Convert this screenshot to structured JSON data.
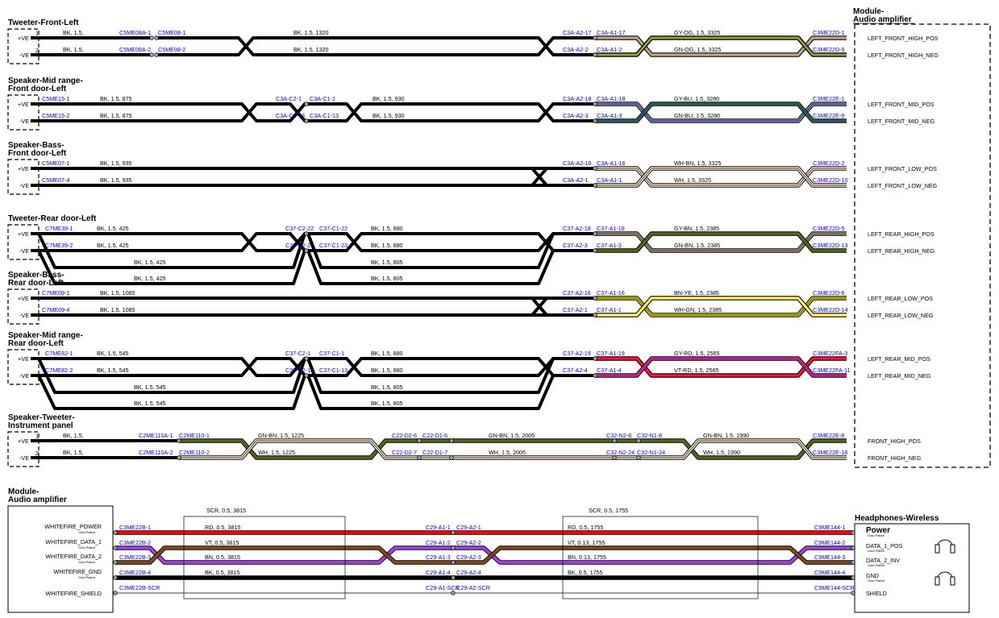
{
  "wire_colors": {
    "BK": "#000000",
    "GY": "#9a9a9a",
    "OG": "#f0a060",
    "GN": "#3d7a1e",
    "BU": "#1a2ecc",
    "WH": "#ffffff",
    "BN": "#7a4a1e",
    "YE": "#f0d000",
    "RD": "#ff0000",
    "VT": "#a040e0",
    "PK": "#e020a0"
  },
  "amp_title_line1": "Module-",
  "amp_title_line2": "Audio amplifier",
  "groups": [
    {
      "title": [
        "Tweeter-Front-Left"
      ],
      "pins": [
        "+VE",
        "-VE"
      ],
      "pin_nums": [
        "1",
        "2"
      ],
      "wires": [
        {
          "left_conn": "",
          "left_wire": "BK, 1.5,",
          "j1": [
            "C5ME08A-1",
            "C5ME08-1"
          ],
          "mid_wire": "BK, 1.5, 1320",
          "j2": [
            "C3A-A2-17",
            "C3A-A1-17"
          ],
          "right_wire": "GY-OG, 1.5, 3325",
          "right_conn": "C3ME22D-1",
          "signal": "LEFT_FRONT_HIGH_POS",
          "colors": [
            "GY",
            "OG"
          ]
        },
        {
          "left_conn": "",
          "left_wire": "BK, 1.5,",
          "j1": [
            "C5ME08A-2",
            "C5ME08-2"
          ],
          "mid_wire": "BK, 1.5, 1320",
          "j2": [
            "C3A-A2-2",
            "C3A-A1-2"
          ],
          "right_wire": "GN-OG, 1.5, 3325",
          "right_conn": "C3ME22D-9",
          "signal": "LEFT_FRONT_HIGH_NEG",
          "colors": [
            "GN",
            "OG"
          ]
        }
      ]
    },
    {
      "title": [
        "Speaker-Mid range-",
        "Front door-Left"
      ],
      "pins": [
        "+VE",
        "-VE"
      ],
      "pin_nums": [
        "",
        ""
      ],
      "wires": [
        {
          "left_conn": "C5ME15-1",
          "left_wire": "BK, 1.5, 875",
          "j1": [
            "C3A-C2-1",
            "C3A-C1-1"
          ],
          "mid_wire": "BK, 1.5, 930",
          "j2": [
            "C3A-A2-18",
            "C3A-A1-18"
          ],
          "right_wire": "GY-BU, 1.5, 3280",
          "right_conn": "C3ME22E-1",
          "signal": "LEFT_FRONT_MID_POS",
          "colors": [
            "GY",
            "BU"
          ]
        },
        {
          "left_conn": "C5ME15-2",
          "left_wire": "BK, 1.5, 875",
          "j1": [
            "C3A-C2-13",
            "C3A-C1-13"
          ],
          "mid_wire": "BK, 1.5, 930",
          "j2": [
            "C3A-A2-3",
            "C3A-A1-3"
          ],
          "right_wire": "GN-BU, 1.5, 3280",
          "right_conn": "C3ME22E-9",
          "signal": "LEFT_FRONT_MID_NEG",
          "colors": [
            "GN",
            "BU"
          ]
        }
      ]
    },
    {
      "title": [
        "Speaker-Bass-",
        "Front door-Left"
      ],
      "pins": [
        "+VE",
        "-VE"
      ],
      "pin_nums": [
        "",
        ""
      ],
      "wires": [
        {
          "left_conn": "C5ME07-1",
          "left_wire": "BK, 1.5, 935",
          "j1": [
            "",
            ""
          ],
          "mid_wire": "",
          "j2": [
            "C3A-A2-16",
            "C3A-A1-16"
          ],
          "right_wire": "WH-BN, 1.5, 3325",
          "right_conn": "C3ME22D-2",
          "signal": "LEFT_FRONT_LOW_POS",
          "colors": [
            "WH",
            "BN"
          ]
        },
        {
          "left_conn": "C5ME07-4",
          "left_wire": "BK, 1.5, 935",
          "j1": [
            "",
            ""
          ],
          "mid_wire": "",
          "j2": [
            "C3A-A2-1",
            "C3A-A1-1"
          ],
          "right_wire": "WH, 1.5, 3325",
          "right_conn": "C3ME22D-10",
          "signal": "LEFT_FRONT_LOW_NEG",
          "colors": [
            "WH",
            "BN"
          ]
        }
      ]
    },
    {
      "title": [
        "Tweeter-Rear door-Left"
      ],
      "pins": [
        "+VE",
        "-VE"
      ],
      "pin_nums": [
        "",
        ""
      ],
      "wires": [
        {
          "left_conn": "C7ME39-1",
          "left_wire": "BK, 1.5, 425",
          "j1": [
            "C37-C2-22",
            "C37-C1-22"
          ],
          "mid_wire": "BK, 1.5, 880",
          "j2": [
            "C37-A2-18",
            "C37-A1-18"
          ],
          "right_wire": "GY-BN, 1.5, 2385",
          "right_conn": "C3ME22D-5",
          "signal": "LEFT_REAR_HIGH_POS",
          "colors": [
            "GY",
            "BN"
          ]
        },
        {
          "left_conn": "C7ME39-2",
          "left_wire": "BK, 1.5, 425",
          "j1": [
            "C37-C2-23",
            "C37-C1-23"
          ],
          "mid_wire": "BK, 1.5, 880",
          "j2": [
            "C37-A2-3",
            "C37-A1-3"
          ],
          "right_wire": "GN-BN, 1.5, 2385",
          "right_conn": "C3ME22D-13",
          "signal": "LEFT_REAR_HIGH_NEG",
          "colors": [
            "GN",
            "BN"
          ]
        }
      ],
      "extra": [
        "BK, 1.5, 425",
        "BK, 1.5, 425",
        "BK, 1.5, 805",
        "BK, 1.5, 805"
      ]
    },
    {
      "title": [
        "Speaker-Bass-",
        "Rear door-Left"
      ],
      "pins": [
        "+VE",
        "-VE"
      ],
      "pin_nums": [
        "",
        ""
      ],
      "wires": [
        {
          "left_conn": "C7ME09-1",
          "left_wire": "BK, 1.5, 1085",
          "j1": [
            "",
            ""
          ],
          "mid_wire": "",
          "j2": [
            "C37-A2-16",
            "C37-A1-16"
          ],
          "right_wire": "BN-YE, 1.5, 2385",
          "right_conn": "C3ME22D-6",
          "signal": "LEFT_REAR_LOW_POS",
          "colors": [
            "YE",
            "GN"
          ]
        },
        {
          "left_conn": "C7ME09-4",
          "left_wire": "BK, 1.5, 1085",
          "j1": [
            "",
            ""
          ],
          "mid_wire": "",
          "j2": [
            "C37-A2-1",
            "C37-A1-1"
          ],
          "right_wire": "WH-GN, 1.5, 2385",
          "right_conn": "C3ME22D-14",
          "signal": "LEFT_REAR_LOW_NEG",
          "colors": [
            "YE",
            "WH"
          ]
        }
      ]
    },
    {
      "title": [
        "Speaker-Mid range-",
        "Rear door-Left"
      ],
      "pins": [
        "+VE",
        "-VE"
      ],
      "pin_nums": [
        "",
        ""
      ],
      "wires": [
        {
          "left_conn": "C7ME82-1",
          "left_wire": "BK, 1.5, 545",
          "j1": [
            "C37-C2-1",
            "C37-C1-1"
          ],
          "mid_wire": "BK, 1.5, 880",
          "j2": [
            "C37-A2-19",
            "C37-A1-19"
          ],
          "right_wire": "GY-RD, 1.5, 2565",
          "right_conn": "C3ME22FA-3",
          "signal": "LEFT_REAR_MID_POS",
          "colors": [
            "RD",
            "PK"
          ]
        },
        {
          "left_conn": "C7ME82-2",
          "left_wire": "BK, 1.5, 545",
          "j1": [
            "C37-C2-13",
            "C37-C1-13"
          ],
          "mid_wire": "BK, 1.5, 880",
          "j2": [
            "C37-A2-4",
            "C37-A1-4"
          ],
          "right_wire": "VT-RD, 1.5, 2565",
          "right_conn": "C3ME22FA-11",
          "signal": "LEFT_REAR_MID_NEG",
          "colors": [
            "VT",
            "RD"
          ]
        }
      ],
      "extra": [
        "BK, 1.5, 545",
        "BK, 1.5, 545",
        "BK, 1.5, 805",
        "BK, 1.5, 805"
      ]
    },
    {
      "title": [
        "Speaker-Tweeter-",
        "Instrument panel"
      ],
      "pins": [
        "+VE",
        "-VE"
      ],
      "pin_nums": [
        "1",
        "2"
      ],
      "wires": [
        {
          "left_conn": "",
          "left_wire": "BK, 1.5,",
          "j1": [
            "C2ME110A-1",
            "C2ME110-1"
          ],
          "mid_wire": "GN-BN, 1.5, 1225",
          "j2": [
            "C22-D2-6",
            "C22-D1-6"
          ],
          "right_wire": "GN-BN, 1.5, 2005",
          "j3": [
            "C32-N2-8",
            "C32-N1-8"
          ],
          "far_wire": "GN-BN, 1.5, 1990",
          "right_conn": "C3ME22E-8",
          "signal": "FRONT_HIGH_POS"
        },
        {
          "left_conn": "",
          "left_wire": "BK, 1.5,",
          "j1": [
            "C2ME110A-2",
            "C2ME110-2"
          ],
          "mid_wire": "WH, 1.5, 1225",
          "j2": [
            "C22-D2-7",
            "C22-D1-7"
          ],
          "right_wire": "WH, 1.5, 2005",
          "j3": [
            "C32-N2-24",
            "C32-N1-24"
          ],
          "far_wire": "WH, 1.5, 1990",
          "right_conn": "C3ME22E-18",
          "signal": "FRONT_HIGH_NEG"
        }
      ]
    }
  ],
  "bottom": {
    "left_title": [
      "Module-",
      "Audio amplifier"
    ],
    "right_title": "Headphones-Wireless",
    "gold_plated": "Gold Plated",
    "left_pins": [
      "WHITEFIRE_POWER",
      "WHITEFIRE_DATA_1",
      "WHITEFIRE_DATA_2",
      "WHITEFIRE_GND",
      "WHITEFIRE_SHIELD"
    ],
    "left_gold": [
      true,
      true,
      true,
      true,
      false
    ],
    "left_conns": [
      "C3ME22B-1",
      "C3ME22B-2",
      "C3ME22B-3",
      "C3ME22B-4",
      "C3ME22B-SCR"
    ],
    "scr_labels": [
      "SCR, 0.5, 3815",
      "SCR, 0.5, 1755"
    ],
    "wires1": [
      "RD, 0.5, 3815",
      "VT, 0.5, 3815",
      "BN, 0.5, 3815",
      "BK, 0.5, 3815"
    ],
    "mid_conns_a": [
      "C29-A1-1",
      "C29-A1-2",
      "C29-A1-3",
      "C29-A1-4",
      "C29-A1-SCR"
    ],
    "mid_conns_b": [
      "C29-A2-1",
      "C29-A2-2",
      "C29-A2-3",
      "C29-A2-4",
      "C29-A2-SCR"
    ],
    "wires2": [
      "RD, 0.5, 1755",
      "VT, 0.13, 1755",
      "BN, 0.13, 1755",
      "BK, 0.5, 1755"
    ],
    "right_conns": [
      "C9ME144-1",
      "C9ME144-2",
      "C9ME144-3",
      "C9ME144-4",
      "C9ME144-SCR"
    ],
    "right_pins": [
      "Power",
      "DATA_1_POS",
      "DATA_2_INV",
      "GND",
      "SHIELD"
    ],
    "right_gold": [
      true,
      true,
      true,
      true,
      false
    ],
    "colors": [
      "RD",
      "VT",
      "BN",
      "BK"
    ]
  }
}
